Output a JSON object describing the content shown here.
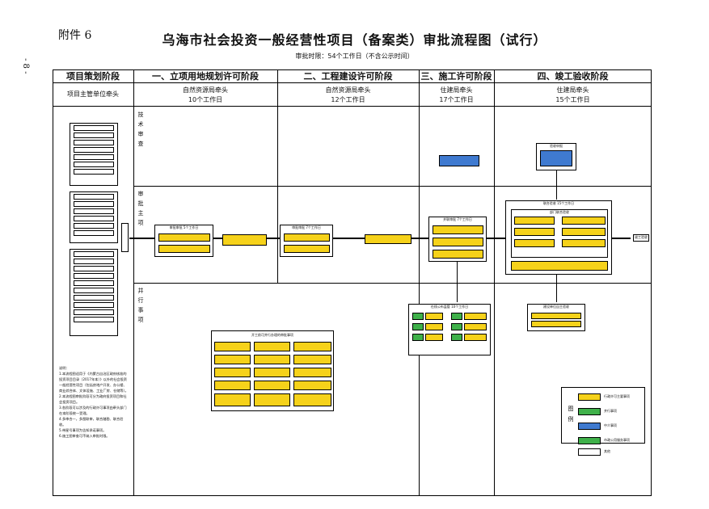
{
  "annex": "附件 6",
  "title": "乌海市社会投资一般经营性项目（备案类）审批流程图（试行）",
  "subtitle": "审批时限：54个工作日（不含公示时间）",
  "page_number": "- 8 -",
  "columns": [
    {
      "header": "项目策划阶段",
      "lead": "项目主管单位牵头",
      "days": ""
    },
    {
      "header": "一、立项用地规划许可阶段",
      "lead": "自然资源局牵头",
      "days": "10个工作日"
    },
    {
      "header": "二、工程建设许可阶段",
      "lead": "自然资源局牵头",
      "days": "12个工作日"
    },
    {
      "header": "三、施工许可阶段",
      "lead": "住建局牵头",
      "days": "17个工作日"
    },
    {
      "header": "四、竣工验收阶段",
      "lead": "住建局牵头",
      "days": "15个工作日"
    }
  ],
  "row_labels": {
    "tech": "技术审查",
    "main": "审批主项",
    "parallel": "并行事项"
  },
  "stage_boxes": {
    "s1": "审批审批 5个工作日",
    "s2": "审批审批 7个工作日",
    "s3": "并联审批 7个工作日",
    "s4": "联合验收 15个工作日",
    "s4_inner": "部门联合验收",
    "s4_parallel": "建设单位自主验收",
    "s3_parallel": "在线公布监管 10个工作日",
    "mid_parallel": "开工前可并行办理的审批事项",
    "pre_check": "验收申报",
    "final": "竣工验收"
  },
  "legend": {
    "title": "图例",
    "items": [
      "行政许可主要事项",
      "并行事项",
      "中介事项",
      "市政公用服务事项",
      "其他"
    ]
  },
  "notes_title": "说明：",
  "notes": [
    "1.本流程图适用于《内蒙古自治区政府核准的投资项目目录（2017年本）》以外的社会投资一般经营性项目（包括房地产开发、办公楼、商业综合体、文体设施、工业厂房、仓储等）。",
    "2.本流程图审批阶段可分为政府投资项目和社会投资项目。",
    "3.各阶段可以涉及的行政许可事项由牵头部门在本阶段统一受理。",
    "4.多审合一，多图联审，联合踏勘、联合验收。",
    "5.带星号事项为告知承诺事项。",
    "6.施工图审查可不纳入审批时限。"
  ]
}
